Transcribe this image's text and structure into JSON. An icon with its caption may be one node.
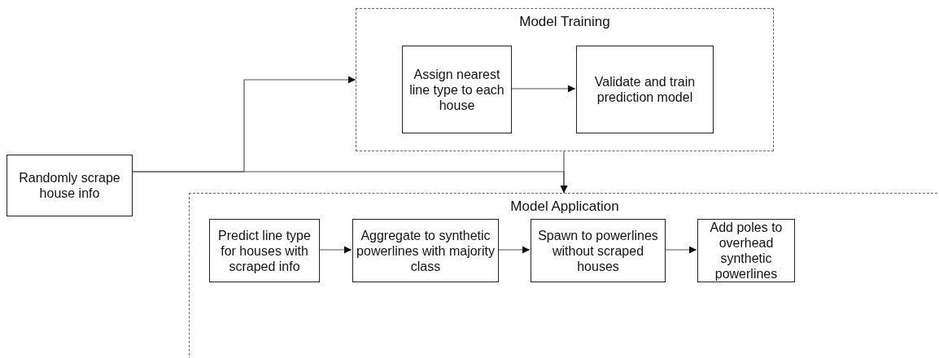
{
  "diagram": {
    "nodes": [
      {
        "text": [
          "Randomly scrape house info"
        ]
      },
      {
        "text": [
          "Model Training"
        ]
      },
      {
        "text": [
          "Assign nearest line type to each house"
        ],
        "in": 1
      },
      {
        "text": [
          "Validate and train prediction model"
        ],
        "in": 1
      },
      {
        "text": [
          "Model Application"
        ]
      },
      {
        "text": [
          "Predict line type for houses with scraped info"
        ],
        "in": 4
      },
      {
        "text": [
          "Aggregate to synthetic powerlines with majority class"
        ],
        "in": 4
      },
      {
        "text": [
          "Spawn to powerlines without scraped houses"
        ],
        "in": 4
      },
      {
        "text": [
          "Add poles to overhead synthetic powerlines"
        ],
        "in": 4
      }
    ],
    "edges": [
      {
        "from": 0,
        "to": 1,
        "arrow": "to"
      },
      {
        "from": 0,
        "to": 4,
        "arrow": "to"
      },
      {
        "from": 1,
        "to": 4,
        "arrow": "to"
      },
      {
        "from": 2,
        "to": 3,
        "arrow": "to"
      },
      {
        "from": 5,
        "to": 6,
        "arrow": "to"
      },
      {
        "from": 6,
        "to": 7,
        "arrow": "to"
      },
      {
        "from": 7,
        "to": 8,
        "arrow": "to"
      }
    ]
  }
}
